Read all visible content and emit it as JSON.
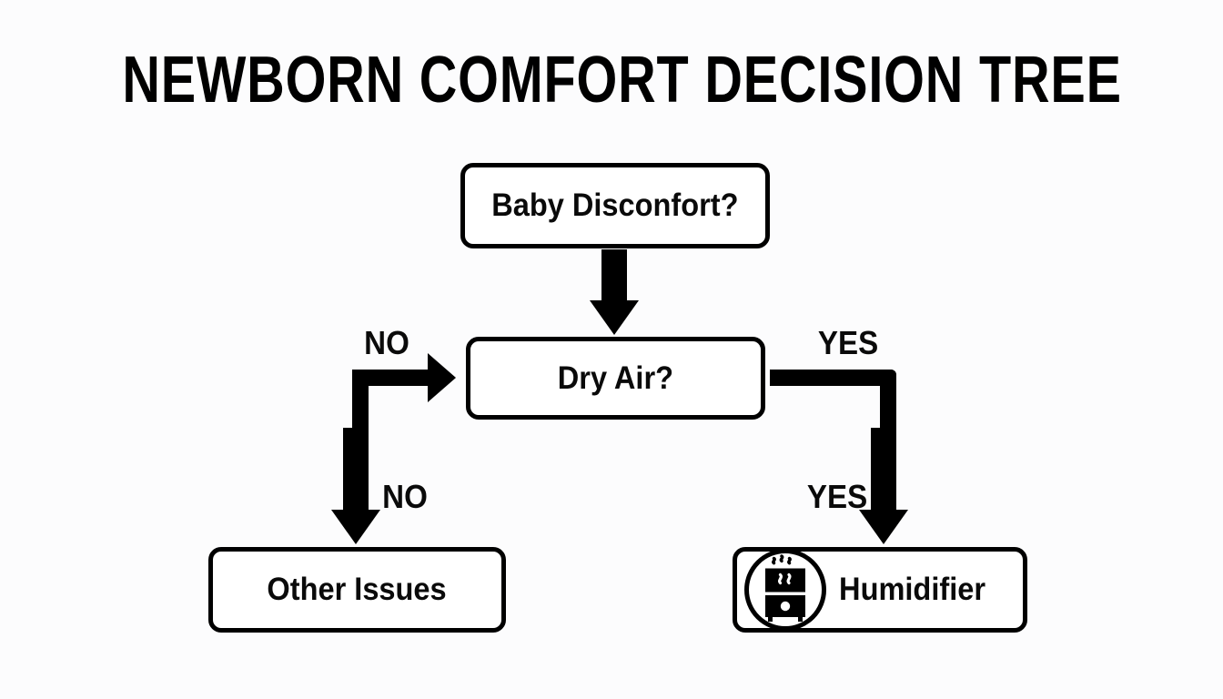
{
  "page": {
    "title": "NEWBORN COMFORT DECISION TREE",
    "background_color": "#fcfcfd",
    "ink_color": "#000000"
  },
  "chart_data": {
    "type": "diagram",
    "diagram_type": "decision-tree-flowchart",
    "title": "NEWBORN COMFORT DECISION TREE",
    "nodes": [
      {
        "id": "baby",
        "label": "Baby Disconfort?",
        "shape": "rounded-rect",
        "role": "start-question"
      },
      {
        "id": "dryair",
        "label": "Dry Air?",
        "shape": "rounded-rect",
        "role": "decision"
      },
      {
        "id": "other",
        "label": "Other Issues",
        "shape": "rounded-rect",
        "role": "outcome"
      },
      {
        "id": "humid",
        "label": "Humidifier",
        "shape": "rounded-rect",
        "role": "outcome",
        "icon": "humidifier-icon"
      }
    ],
    "edges": [
      {
        "from": "baby",
        "to": "dryair",
        "label": "",
        "style": "straight-arrow-down"
      },
      {
        "from": "dryair",
        "to": "dryair",
        "label": "NO",
        "style": "elbow-arrow-right"
      },
      {
        "from": "dryair",
        "to": "other",
        "label": "NO",
        "style": "straight-arrow-down"
      },
      {
        "from": "dryair",
        "to": "humid",
        "label": "YES",
        "style": "elbow-then-down"
      },
      {
        "from": "dryair",
        "to": "humid",
        "label": "YES",
        "style": "straight-arrow-down"
      }
    ],
    "labels": {
      "no_top": "NO",
      "no_bottom": "NO",
      "yes_top": "YES",
      "yes_bottom": "YES"
    }
  },
  "nodes": {
    "baby": {
      "label": "Baby Disconfort?"
    },
    "dryair": {
      "label": "Dry Air?"
    },
    "other": {
      "label": "Other Issues"
    },
    "humid": {
      "label": "Humidifier"
    }
  },
  "icons": {
    "humidifier": "humidifier-icon"
  }
}
